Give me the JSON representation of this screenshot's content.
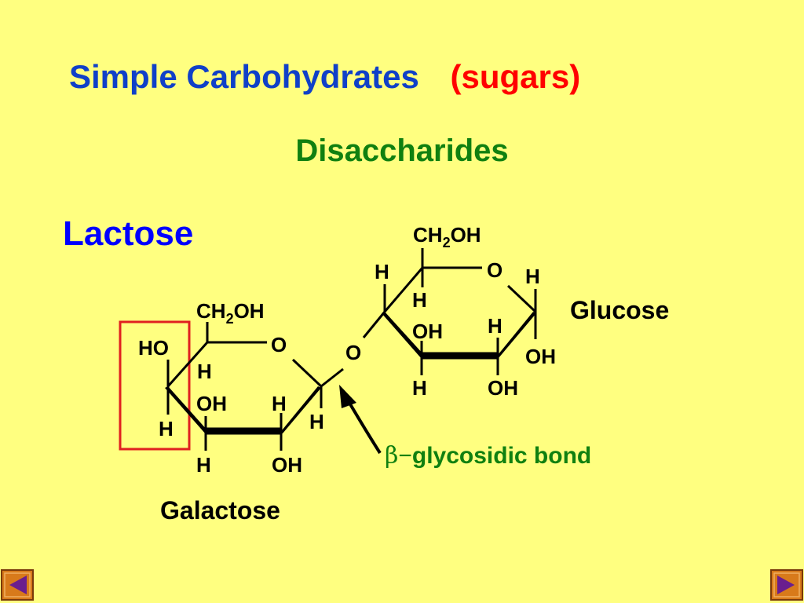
{
  "title": {
    "main": "Simple Carbohydrates",
    "paren": "(sugars)"
  },
  "subtitle": "Disaccharides",
  "heading": "Lactose",
  "galactose": {
    "name": "Galactose",
    "ch2oh_ch": "CH",
    "ch2oh_sub": "2",
    "ch2oh_oh": "OH",
    "ring_o": "O",
    "ho": "HO",
    "h_c4_down": "H",
    "h_c3_up": "H",
    "oh_c3": "OH",
    "h_c2_up": "H",
    "h_c3_down": "H",
    "oh_c2_down": "OH",
    "h_c1": "H"
  },
  "linkage": {
    "o": "O",
    "label_beta": "β",
    "label_dash": "−",
    "label_text": "glycosidic bond"
  },
  "glucose": {
    "name": "Glucose",
    "ch2oh_ch": "CH",
    "ch2oh_sub": "2",
    "ch2oh_oh": "OH",
    "ring_o": "O",
    "h_c4_up": "H",
    "h_c1_up": "H",
    "h_c5_down": "H",
    "oh_c3": "OH",
    "h_c2_up": "H",
    "oh_c1_down": "OH",
    "h_c3_down": "H",
    "oh_c2_down": "OH"
  },
  "colors": {
    "background": "#ffff80",
    "title": "#1040c8",
    "title_paren": "#ff0000",
    "subtitle": "#108010",
    "heading": "#0000ff",
    "highlight_box": "#e02020",
    "nav_fill": "#d87a1a",
    "nav_arrow": "#6a1e8e"
  },
  "nav": {
    "prev": "left-arrow-icon",
    "next": "right-arrow-icon"
  }
}
